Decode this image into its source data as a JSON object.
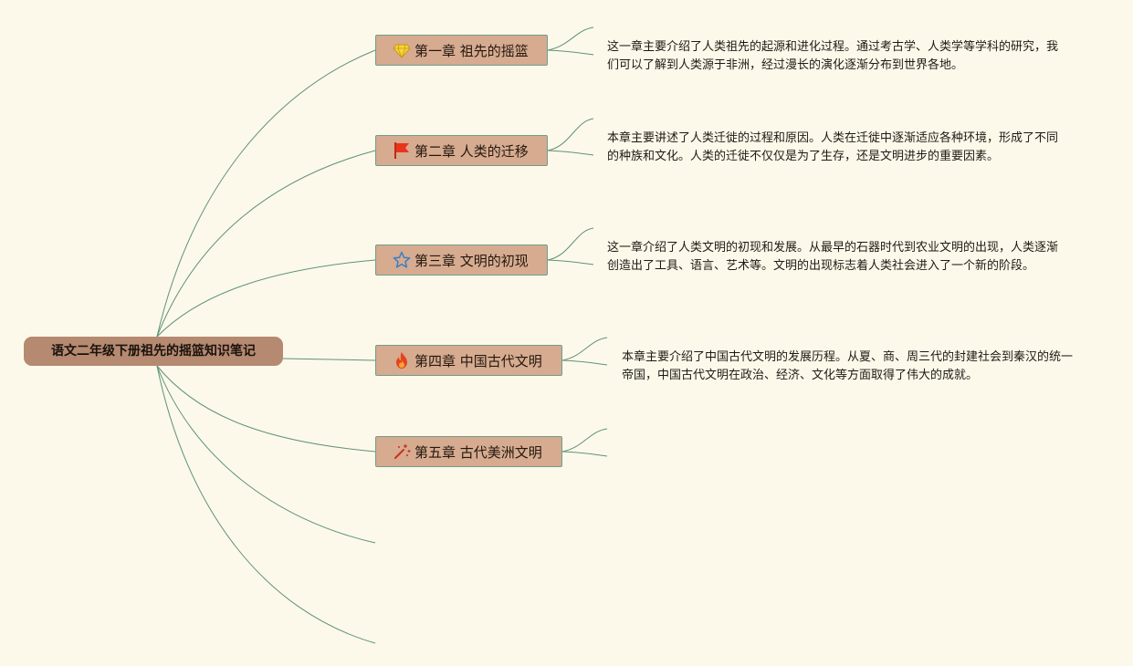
{
  "root": {
    "label": "语文二年级下册祖先的摇篮知识笔记"
  },
  "chapters": [
    {
      "label": "第一章 祖先的摇篮",
      "icon": "diamond-icon",
      "note": "这一章主要介绍了人类祖先的起源和进化过程。通过考古学、人类学等学科的研究，我们可以了解到人类源于非洲，经过漫长的演化逐渐分布到世界各地。"
    },
    {
      "label": "第二章 人类的迁移",
      "icon": "flag-icon",
      "note": "本章主要讲述了人类迁徙的过程和原因。人类在迁徙中逐渐适应各种环境，形成了不同的种族和文化。人类的迁徙不仅仅是为了生存，还是文明进步的重要因素。"
    },
    {
      "label": "第三章 文明的初现",
      "icon": "star-icon",
      "note": "这一章介绍了人类文明的初现和发展。从最早的石器时代到农业文明的出现，人类逐渐创造出了工具、语言、艺术等。文明的出现标志着人类社会进入了一个新的阶段。"
    },
    {
      "label": "第四章 中国古代文明",
      "icon": "fire-icon",
      "note": "本章主要介绍了中国古代文明的发展历程。从夏、商、周三代的封建社会到秦汉的统一帝国，中国古代文明在政治、经济、文化等方面取得了伟大的成就。"
    },
    {
      "label": "第五章 古代美洲文明",
      "icon": "magic-wand-icon",
      "note": ""
    }
  ],
  "colors": {
    "background": "#fdf9ea",
    "root_fill": "#b58a71",
    "topic_fill": "#d6ab90",
    "topic_border": "#6f9e8b",
    "link": "#5f9278"
  }
}
